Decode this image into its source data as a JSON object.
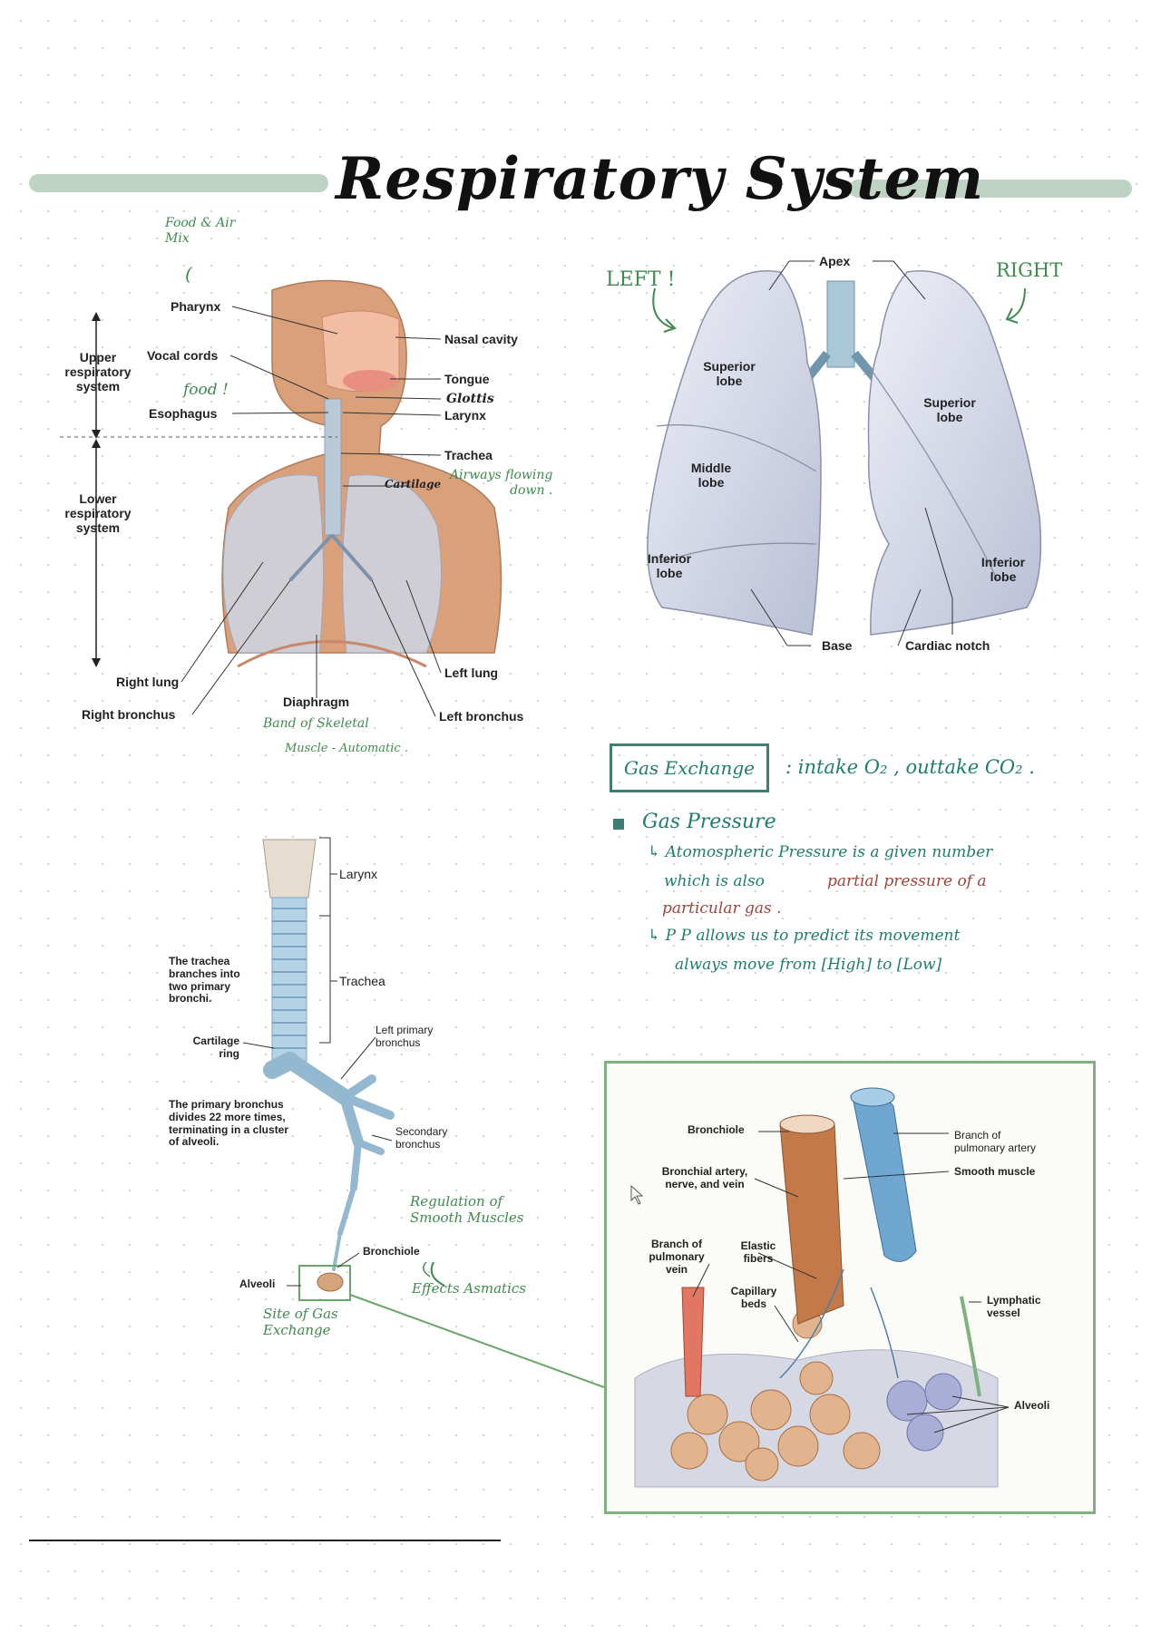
{
  "page": {
    "title": "Respiratory System",
    "accent_color": "#bfd3c4",
    "note_green": "#3f8a4f",
    "note_red": "#a0443a",
    "note_teal": "#1f7d6e"
  },
  "fig1": {
    "labels": {
      "pharynx": "Pharynx",
      "vocal_cords": "Vocal cords",
      "esophagus": "Esophagus",
      "upper_system": "Upper\nrespiratory\nsystem",
      "lower_system": "Lower\nrespiratory\nsystem",
      "nasal_cavity": "Nasal cavity",
      "tongue": "Tongue",
      "glottis": "Glottis",
      "larynx": "Larynx",
      "trachea": "Trachea",
      "cartilage": "Cartilage",
      "right_lung": "Right lung",
      "right_bronchus": "Right bronchus",
      "diaphragm": "Diaphragm",
      "left_lung": "Left lung",
      "left_bronchus": "Left bronchus"
    },
    "notes": {
      "food_air_mix": "Food & Air\nMix",
      "food": "food !",
      "airways": "Airways flowing\ndown .",
      "band": "Band of Skeletal",
      "muscle": "Muscle - Automatic ."
    }
  },
  "fig2": {
    "labels": {
      "apex": "Apex",
      "left_superior": "Superior\nlobe",
      "middle": "Middle\nlobe",
      "left_inferior": "Inferior\nlobe",
      "right_superior": "Superior\nlobe",
      "right_inferior": "Inferior\nlobe",
      "base": "Base",
      "cardiac_notch": "Cardiac notch"
    },
    "notes": {
      "left": "LEFT !",
      "right": "RIGHT"
    }
  },
  "gas": {
    "box_label": "Gas Exchange",
    "definition": ": intake O₂ , outtake CO₂ .",
    "pressure_heading": "Gas Pressure",
    "line1": "↳ Atomospheric Pressure  is a given number",
    "line2_a": "which  is  also",
    "line2_b": "partial  pressure  of  a",
    "line3": "particular  gas .",
    "line4": "↳  P P  allows  us  to  predict  its  movement",
    "line5": "always  move  from [High]  to  [Low]"
  },
  "fig3": {
    "labels": {
      "larynx": "Larynx",
      "trachea": "Trachea",
      "trachea_branches": "The trachea\nbranches into\ntwo primary\nbronchi.",
      "cartilage_ring": "Cartilage\nring",
      "left_primary": "Left primary\nbronchus",
      "primary_divides": "The primary bronchus\ndivides 22 more times,\nterminating in a cluster\nof alveoli.",
      "secondary": "Secondary\nbronchus",
      "bronchiole": "Bronchiole",
      "alveoli": "Alveoli"
    },
    "notes": {
      "regulation": "Regulation of\nSmooth Muscles",
      "effects": "Effects Asmatics",
      "site": "Site of Gas\nExchange"
    }
  },
  "fig4": {
    "labels": {
      "bronchiole": "Bronchiole",
      "branch_artery": "Branch of\npulmonary artery",
      "smooth_muscle": "Smooth muscle",
      "bronchial_artery": "Bronchial artery,\nnerve, and vein",
      "branch_vein": "Branch of\npulmonary\nvein",
      "elastic": "Elastic\nfibers",
      "capillary": "Capillary\nbeds",
      "lymphatic": "Lymphatic\nvessel",
      "alveoli": "Alveoli"
    }
  }
}
